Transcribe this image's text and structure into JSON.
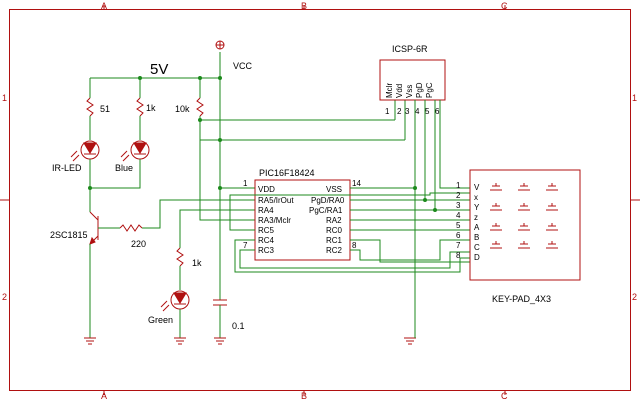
{
  "zones": {
    "columns": [
      "A",
      "B",
      "C"
    ],
    "rows": [
      "1",
      "2"
    ]
  },
  "power": {
    "rail_label": "5V",
    "vcc_label": "VCC"
  },
  "resistors": {
    "r_irled": "51",
    "r_blue": "1k",
    "r_pullup": "10k",
    "r_base": "220",
    "r_green": "1k"
  },
  "leds": {
    "ir": "IR-LED",
    "blue": "Blue",
    "green": "Green"
  },
  "transistor": {
    "name": "2SC1815"
  },
  "capacitor": {
    "value": "0.1"
  },
  "mcu": {
    "name": "PIC16F18424",
    "left_pins": [
      "VDD",
      "RA5/IrOut",
      "RA4",
      "RA3/Mclr",
      "RC5",
      "RC4",
      "RC3"
    ],
    "right_pins": [
      "VSS",
      "PgD/RA0",
      "PgC/RA1",
      "RA2",
      "RC0",
      "RC1",
      "RC2"
    ],
    "pin_numbers": {
      "vdd": "1",
      "vss": "14",
      "rc3": "7",
      "rc2": "8"
    }
  },
  "icsp": {
    "name": "ICSP-6R",
    "pins": [
      "Mclr",
      "Vdd",
      "Vss",
      "PgD",
      "PgC"
    ],
    "numbers": [
      "1",
      "2",
      "3",
      "4",
      "5",
      "6"
    ]
  },
  "keypad": {
    "name": "KEY-PAD_4X3",
    "pin_numbers": [
      "1",
      "2",
      "3",
      "4",
      "5",
      "6",
      "7",
      "8"
    ],
    "pin_letters": [
      "V",
      "x",
      "Y",
      "z",
      "A",
      "B",
      "C",
      "D"
    ]
  }
}
